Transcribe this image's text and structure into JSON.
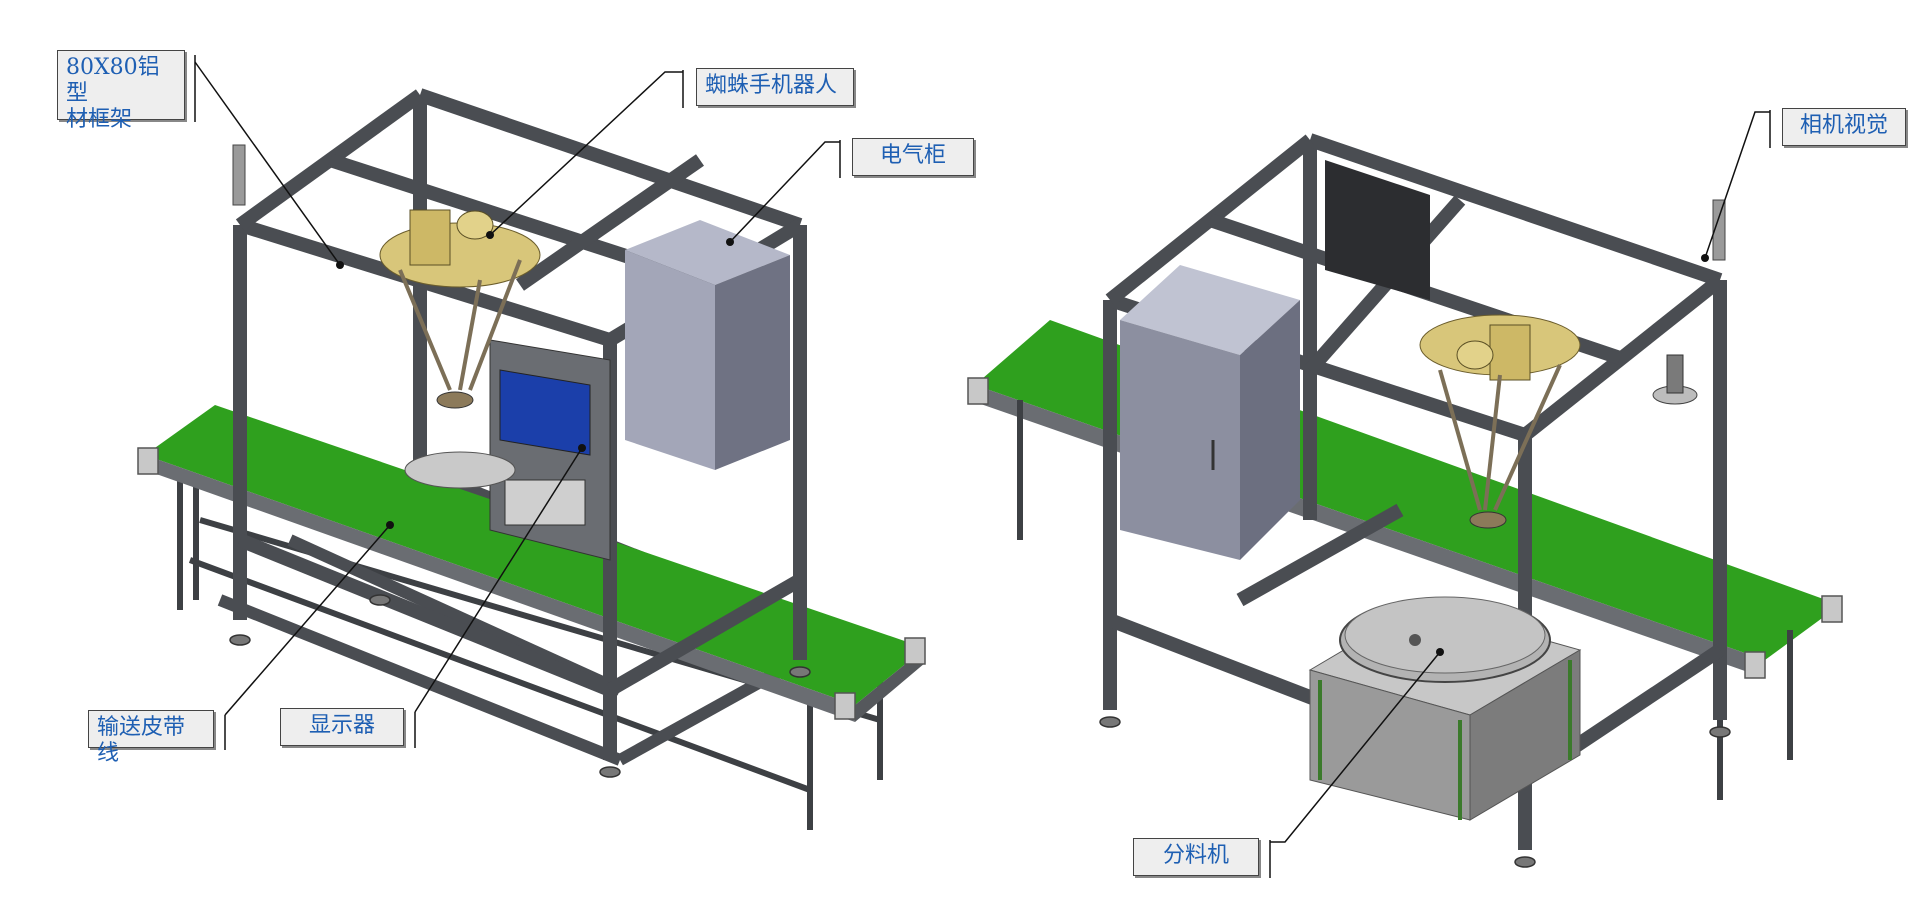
{
  "labels": {
    "frame": "80X80铝型\n材框架",
    "spider_robot": "蜘蛛手机器人",
    "electric_cabinet": "电气柜",
    "conveyor_belt": "输送皮带线",
    "display": "显示器",
    "camera_vision": "相机视觉",
    "feeder": "分料机"
  },
  "colors": {
    "frame_profile": "#4a4d52",
    "conveyor_belt": "#2fa01e",
    "robot": "#d8c67a",
    "cabinet": "#8c8fa0",
    "display_screen": "#1b3faa",
    "label_text": "#1e5fb3"
  }
}
